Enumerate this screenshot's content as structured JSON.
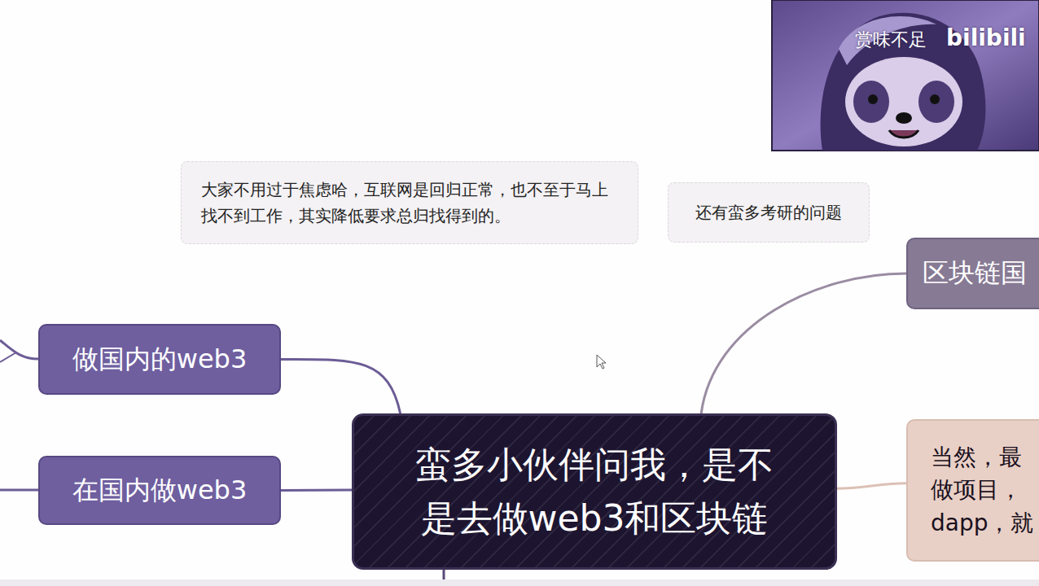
{
  "diagram": {
    "nodes": [
      {
        "text": [
          "大家不用过于焦虑哈，互联网是回归正常，也不至于马上找不到工作，其实降低要求总归找得到的。"
        ]
      },
      {
        "text": [
          "还有蛮多考研的问题"
        ]
      },
      {
        "text": [
          "区块链国"
        ]
      },
      {
        "text": [
          "做国内的web3"
        ]
      },
      {
        "text": [
          "蛮多小伙伴问我，是不是去做web3和区块链"
        ]
      },
      {
        "text": [
          "当然，最 做项目， dapp，就"
        ]
      },
      {
        "text": [
          "在国内做web3"
        ]
      }
    ],
    "edges": [
      {
        "from": 4,
        "to": 3,
        "arrow": "none"
      },
      {
        "from": 4,
        "to": 6,
        "arrow": "none"
      },
      {
        "from": 4,
        "to": 2,
        "arrow": "none"
      },
      {
        "from": 4,
        "to": 5,
        "arrow": "none"
      }
    ],
    "labels": [
      "赏味不足",
      "bilibili"
    ]
  }
}
